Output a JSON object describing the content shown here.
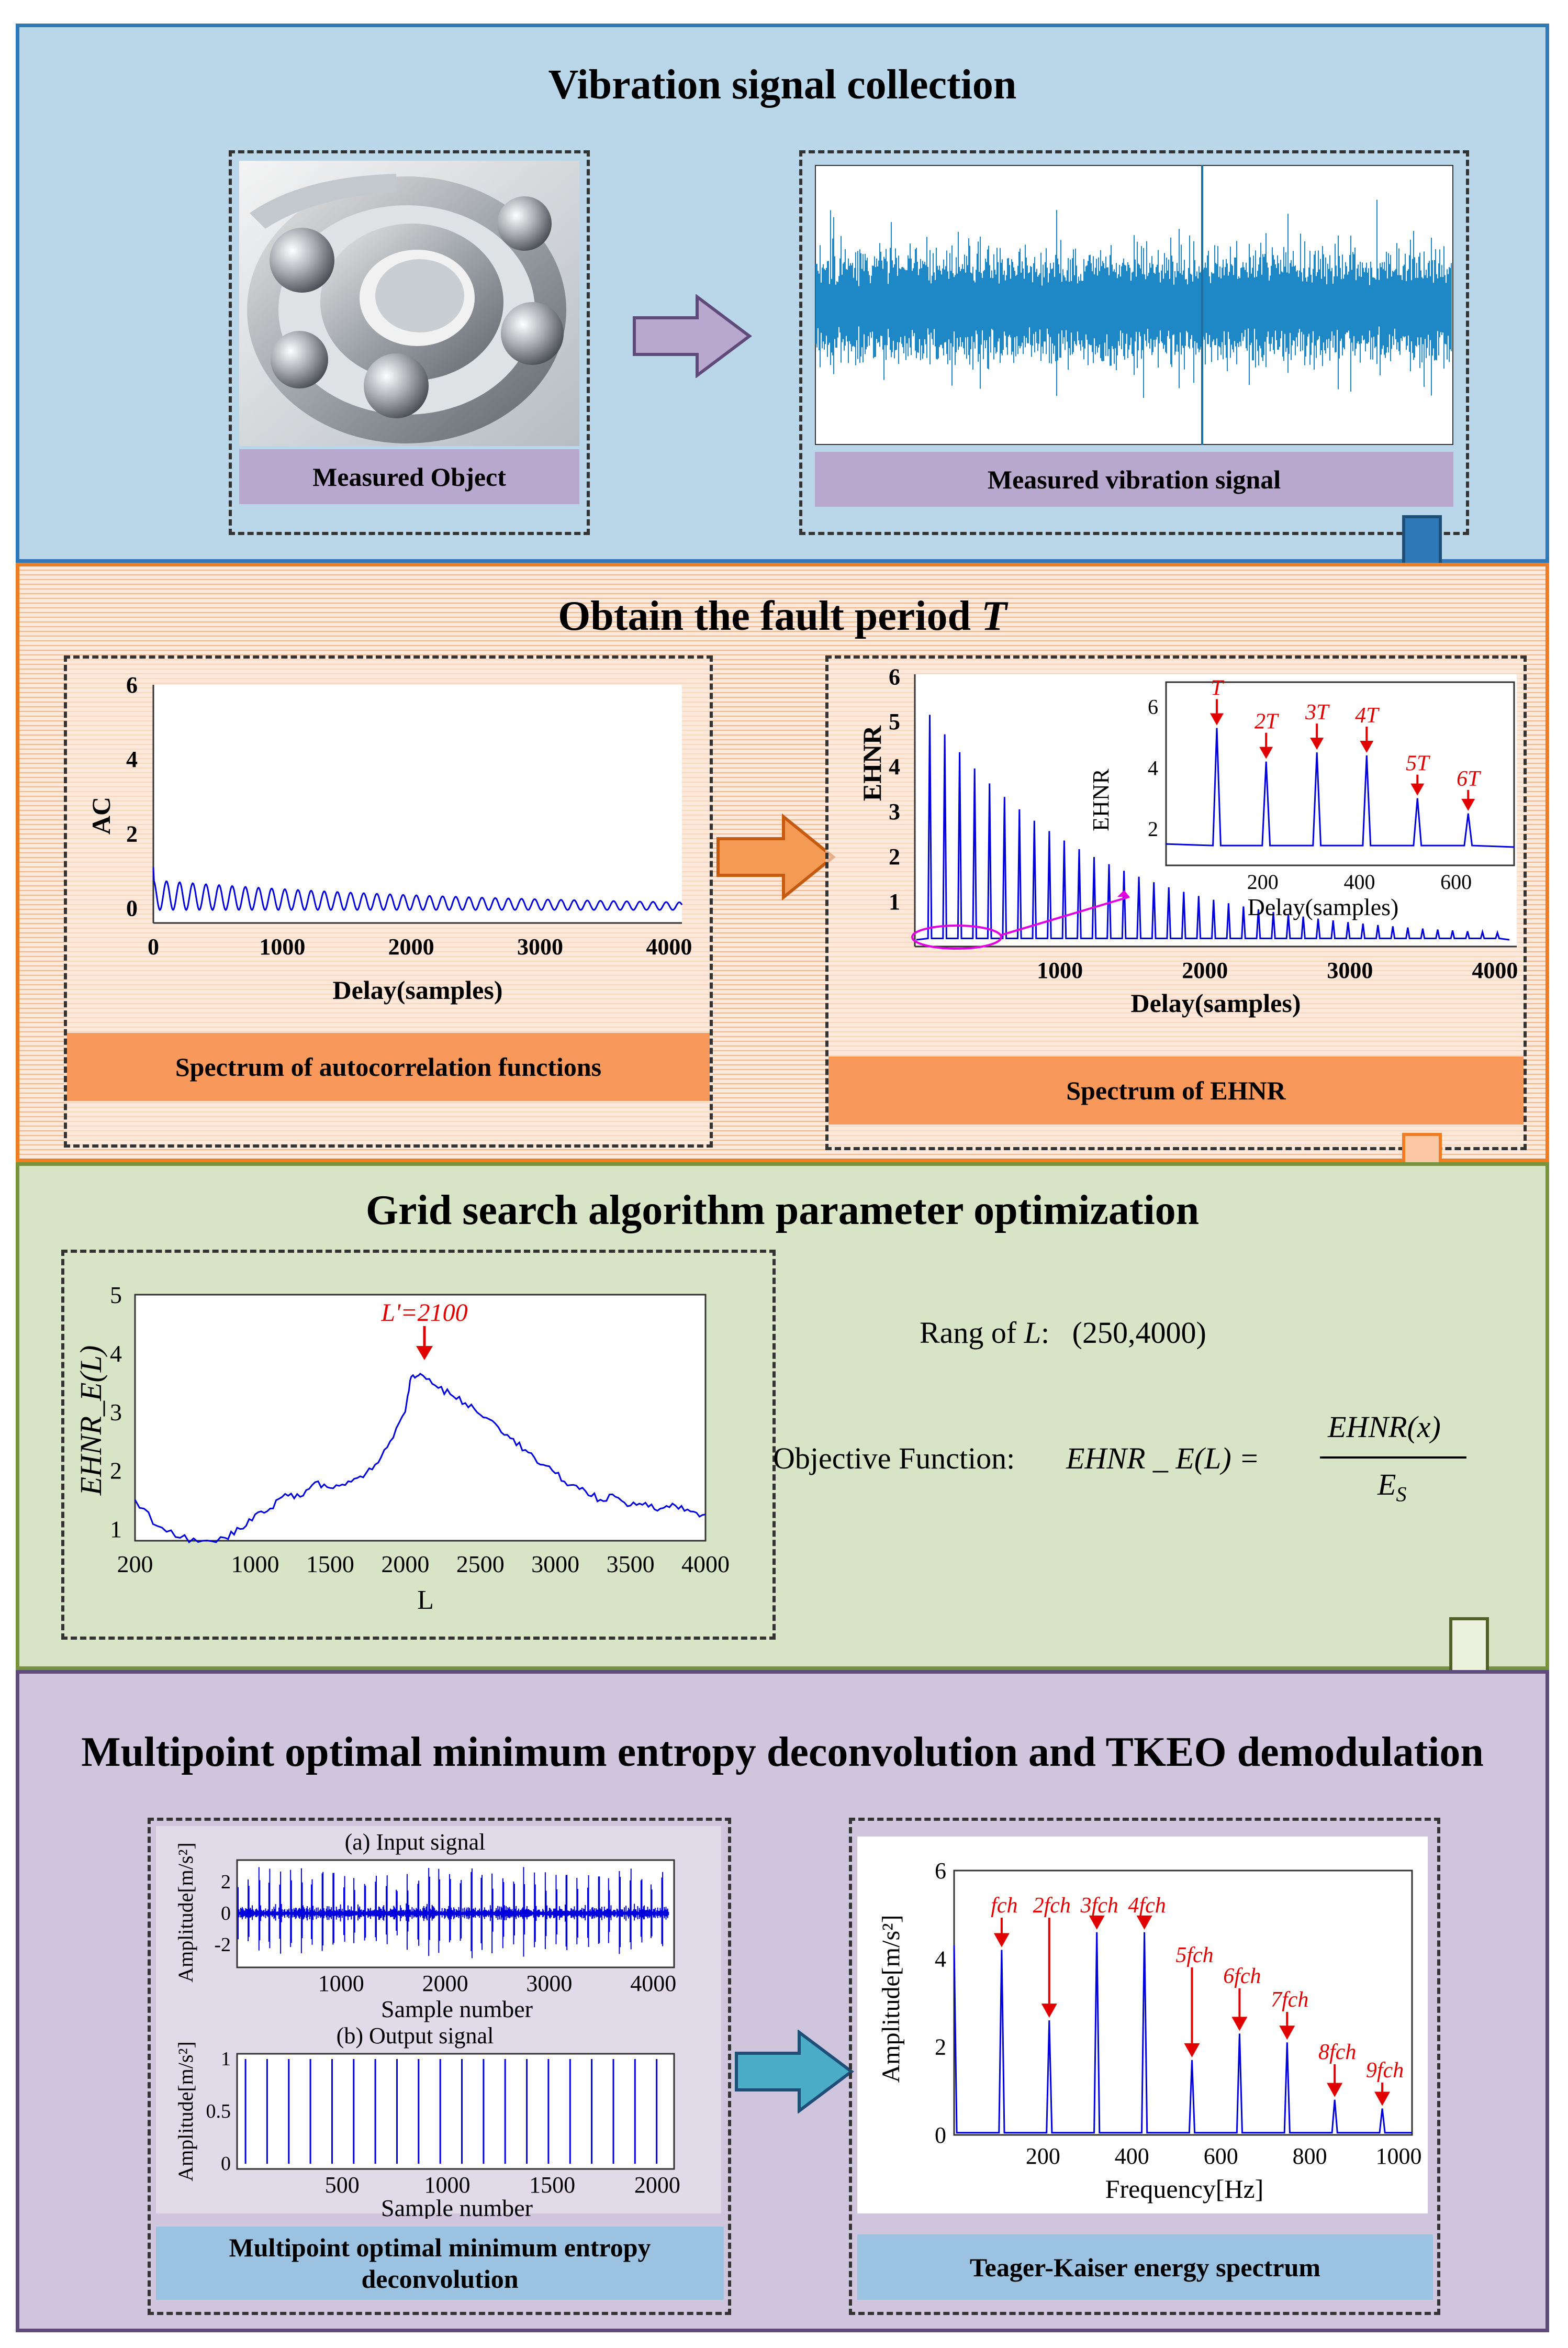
{
  "colors": {
    "stage1_bg": "#b9d7e8",
    "stage1_border": "#2f79b8",
    "stage2_bg": "#fde9dc",
    "stage2_border": "#ef7d23",
    "stage3_bg": "#d7e4c6",
    "stage3_border": "#77933c",
    "stage4_bg": "#cfc6dd",
    "stage4_border": "#604a7b",
    "caption_purple": "#b9a8cd",
    "caption_orange": "#f8995b",
    "caption_blue": "#9bc3e1",
    "signal_blue": "#1e88c6",
    "line_blue": "#0000dd",
    "marker_red": "#e00000",
    "ellipse_magenta": "#e000e0"
  },
  "stage1": {
    "title": "Vibration signal collection",
    "object_caption": "Measured Object",
    "signal_caption": "Measured vibration signal",
    "object_icon": "ball-bearing"
  },
  "stage2": {
    "title_prefix": "Obtain the fault period ",
    "title_var": "T",
    "ac_plot": {
      "ylabel": "AC",
      "xlabel": "Delay(samples)",
      "yticks": [
        "0",
        "2",
        "4",
        "6"
      ],
      "xticks": [
        "0",
        "1000",
        "2000",
        "3000",
        "4000"
      ],
      "caption": "Spectrum of autocorrelation functions"
    },
    "ehnr_plot": {
      "ylabel": "EHNR",
      "xlabel": "Delay(samples)",
      "yticks": [
        "1",
        "2",
        "3",
        "4",
        "5",
        "6"
      ],
      "xticks": [
        "1000",
        "2000",
        "3000",
        "4000"
      ],
      "caption": "Spectrum of EHNR",
      "inset": {
        "ylabel": "EHNR",
        "xlabel": "Delay(samples)",
        "yticks": [
          "2",
          "4",
          "6"
        ],
        "xticks": [
          "200",
          "400",
          "600"
        ],
        "markers": [
          "T",
          "2T",
          "3T",
          "4T",
          "5T",
          "6T"
        ]
      }
    }
  },
  "stage3": {
    "title": "Grid search algorithm parameter optimization",
    "plot": {
      "ylabel": "EHNR_E(L)",
      "xlabel": "L",
      "yticks": [
        "1",
        "2",
        "3",
        "4",
        "5"
      ],
      "xticks": [
        "200",
        "1000",
        "1500",
        "2000",
        "2500",
        "3000",
        "3500",
        "4000"
      ],
      "annotation": "L'=2100"
    },
    "range_label": "Rang of ",
    "range_var": "L",
    "range_colon": ":",
    "range_value": "(250,4000)",
    "objective_label": "Objective Function:",
    "formula_lhs": "EHNR _ E(L) =",
    "formula_num": "EHNR(x)",
    "formula_den": "E",
    "formula_den_sub": "S"
  },
  "stage4": {
    "title": "Multipoint optimal minimum entropy deconvolution and TKEO demodulation",
    "momeda": {
      "input_title": "(a) Input signal",
      "output_title": "(b) Output signal",
      "input_ylabel": "Amplitude[m/s²]",
      "output_ylabel": "Amplitude[m/s²]",
      "input_xlabel": "Sample number",
      "output_xlabel": "Sample number",
      "input_yticks": [
        "-2",
        "0",
        "2"
      ],
      "input_xticks": [
        "1000",
        "2000",
        "3000",
        "4000"
      ],
      "output_yticks": [
        "0",
        "0.5",
        "1"
      ],
      "output_xticks": [
        "500",
        "1000",
        "1500",
        "2000"
      ],
      "caption": "Multipoint optimal minimum entropy deconvolution"
    },
    "tk": {
      "ylabel": "Amplitude[m/s²]",
      "xlabel": "Frequency[Hz]",
      "yticks": [
        "0",
        "2",
        "4",
        "6"
      ],
      "xticks": [
        "200",
        "400",
        "600",
        "800",
        "1000"
      ],
      "markers": [
        "fch",
        "2fch",
        "3fch",
        "4fch",
        "5fch",
        "6fch",
        "7fch",
        "8fch",
        "9fch"
      ],
      "caption": "Teager-Kaiser energy spectrum"
    }
  }
}
